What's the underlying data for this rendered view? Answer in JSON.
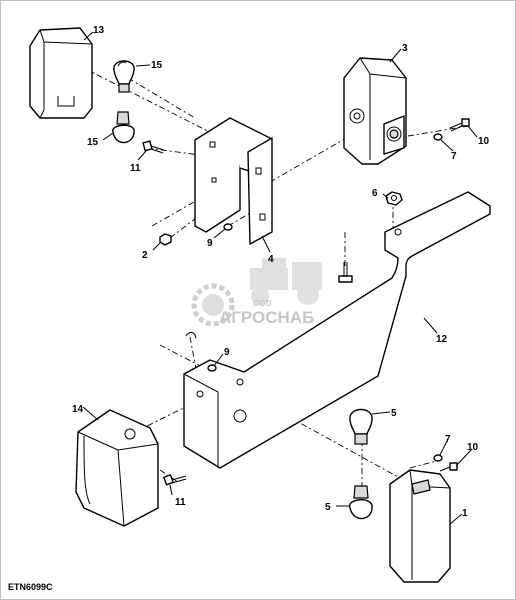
{
  "diagram_code": "ETN6099C",
  "watermark": {
    "small": "ООО",
    "brand": "АГРОСНАБ"
  },
  "callouts": [
    {
      "id": "c13a",
      "text": "13"
    },
    {
      "id": "c15a",
      "text": "15"
    },
    {
      "id": "c15b",
      "text": "15"
    },
    {
      "id": "c11a",
      "text": "11"
    },
    {
      "id": "c3",
      "text": "3"
    },
    {
      "id": "c10a",
      "text": "10"
    },
    {
      "id": "c7a",
      "text": "7"
    },
    {
      "id": "c6",
      "text": "6"
    },
    {
      "id": "c2",
      "text": "2"
    },
    {
      "id": "c9a",
      "text": "9"
    },
    {
      "id": "c4",
      "text": "4"
    },
    {
      "id": "c12",
      "text": "12"
    },
    {
      "id": "c9b",
      "text": "9"
    },
    {
      "id": "c5a",
      "text": "5"
    },
    {
      "id": "c14",
      "text": "14"
    },
    {
      "id": "c7b",
      "text": "7"
    },
    {
      "id": "c10b",
      "text": "10"
    },
    {
      "id": "c11b",
      "text": "11"
    },
    {
      "id": "c5b",
      "text": "5"
    },
    {
      "id": "c1",
      "text": "1"
    }
  ]
}
